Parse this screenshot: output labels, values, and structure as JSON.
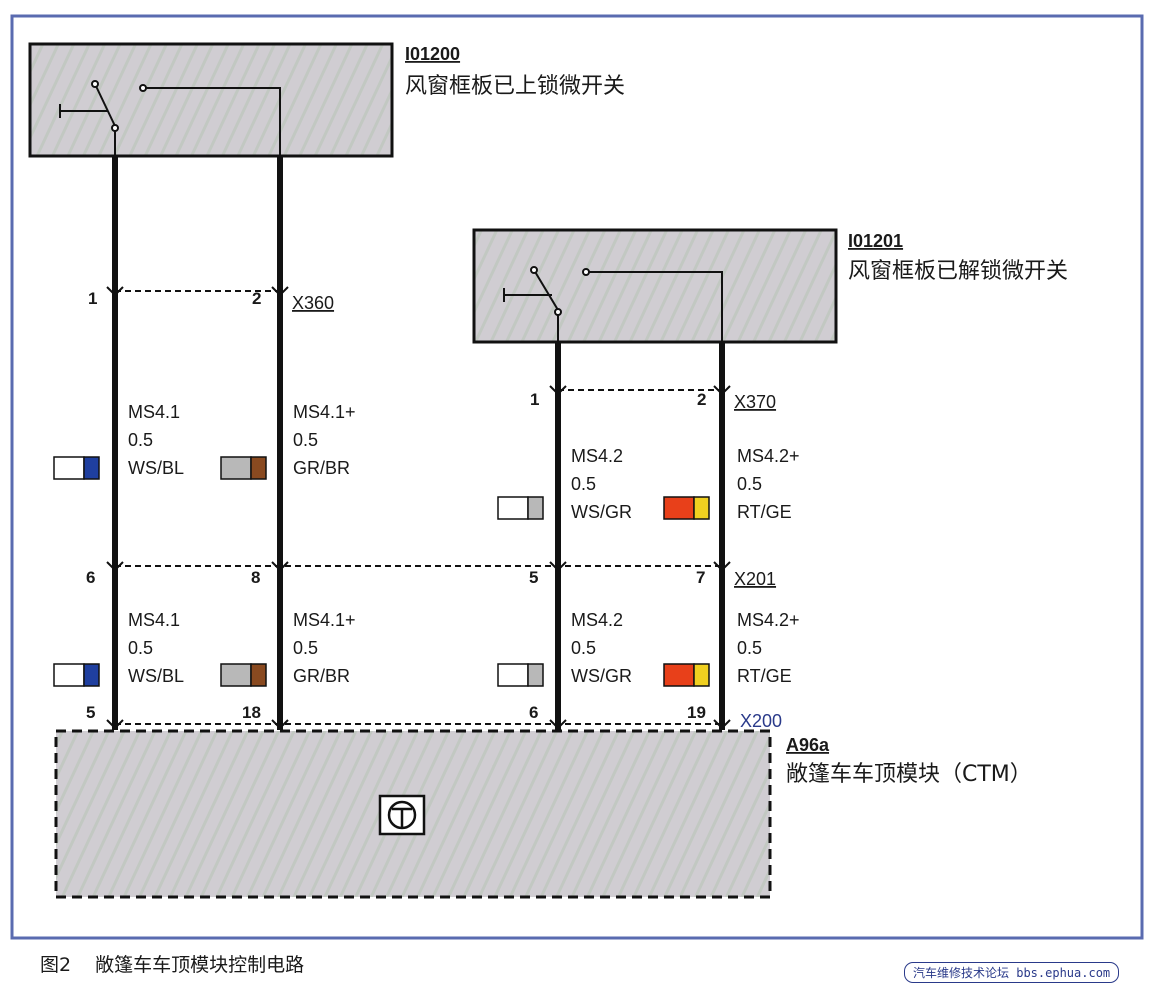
{
  "switch_locked": {
    "id": "I01200",
    "name": "风窗框板已上锁微开关"
  },
  "switch_unlocked": {
    "id": "I01201",
    "name": "风窗框板已解锁微开关"
  },
  "module": {
    "id": "A96a",
    "name": "敞篷车车顶模块（CTM）"
  },
  "connectors": {
    "x360": "X360",
    "x370": "X370",
    "x201": "X201",
    "x200": "X200"
  },
  "pins": {
    "x360": [
      "1",
      "2"
    ],
    "x370": [
      "1",
      "2"
    ],
    "x201": [
      "6",
      "8",
      "5",
      "7"
    ],
    "x200": [
      "5",
      "18",
      "6",
      "19"
    ]
  },
  "wires_upper": [
    {
      "signal": "MS4.1",
      "size": "0.5",
      "color": "WS/BL",
      "swatch": [
        "#ffffff",
        "#1f3f9f"
      ]
    },
    {
      "signal": "MS4.1+",
      "size": "0.5",
      "color": "GR/BR",
      "swatch": [
        "#b8b8b8",
        "#8a4a20"
      ]
    },
    {
      "signal": "MS4.2",
      "size": "0.5",
      "color": "WS/GR",
      "swatch": [
        "#ffffff",
        "#b8b8b8"
      ]
    },
    {
      "signal": "MS4.2+",
      "size": "0.5",
      "color": "RT/GE",
      "swatch": [
        "#e8401a",
        "#f0d020"
      ]
    }
  ],
  "wires_lower": [
    {
      "signal": "MS4.1",
      "size": "0.5",
      "color": "WS/BL",
      "swatch": [
        "#ffffff",
        "#1f3f9f"
      ]
    },
    {
      "signal": "MS4.1+",
      "size": "0.5",
      "color": "GR/BR",
      "swatch": [
        "#b8b8b8",
        "#8a4a20"
      ]
    },
    {
      "signal": "MS4.2",
      "size": "0.5",
      "color": "WS/GR",
      "swatch": [
        "#ffffff",
        "#b8b8b8"
      ]
    },
    {
      "signal": "MS4.2+",
      "size": "0.5",
      "color": "RT/GE",
      "swatch": [
        "#e8401a",
        "#f0d020"
      ]
    }
  ],
  "caption": {
    "figure": "图2",
    "title": "敞篷车车顶模块控制电路"
  },
  "watermark": "汽车维修技术论坛 bbs.ephua.com",
  "colors": {
    "frame": "#5a6bb0",
    "component_fill": "#d2d2d2",
    "wire": "#111111"
  },
  "icons": {
    "module_symbol": "ground-module-icon"
  }
}
